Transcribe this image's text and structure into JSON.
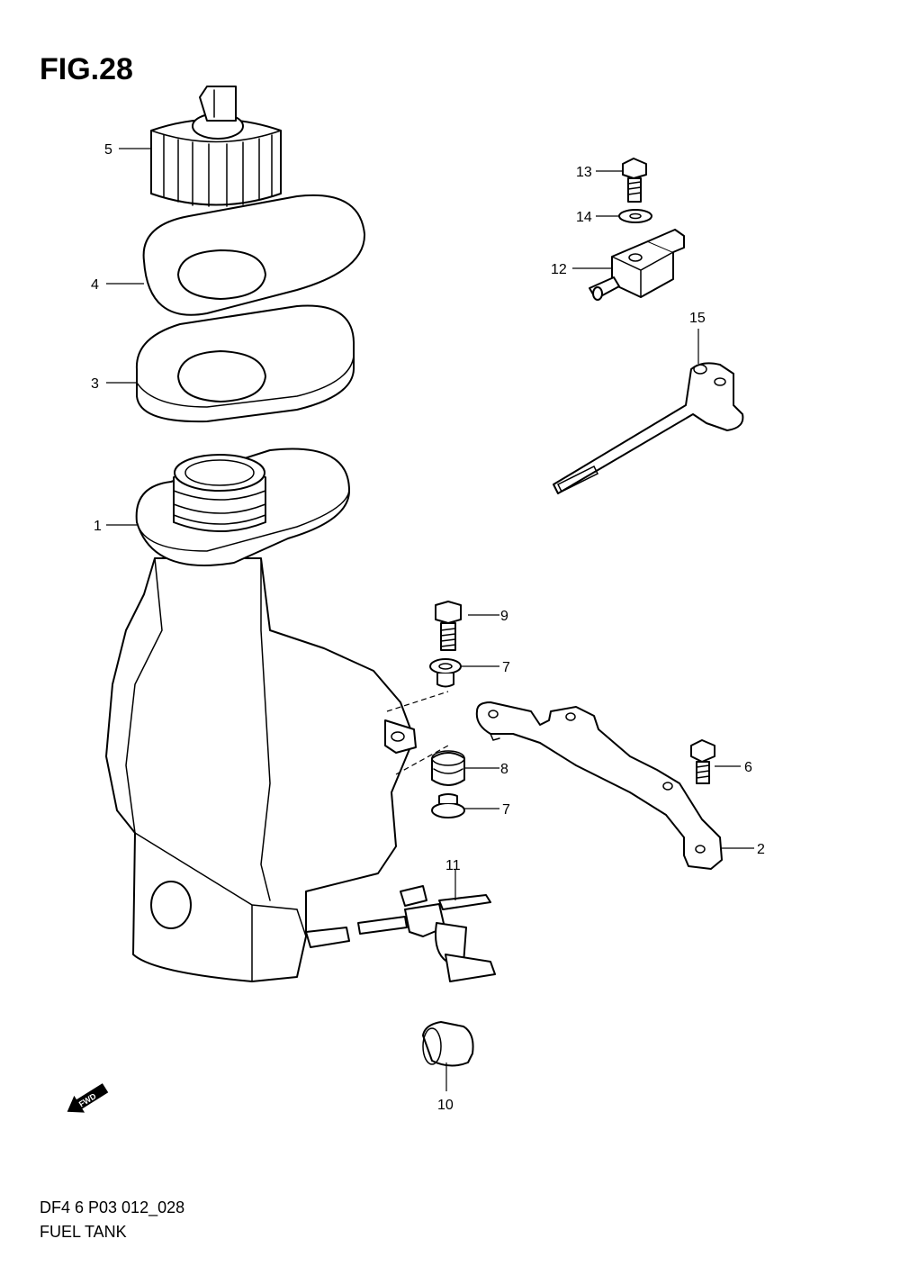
{
  "figure": {
    "title": "FIG.28",
    "code": "DF4 6 P03 012_028",
    "name": "FUEL TANK",
    "fwd_label": "FWD"
  },
  "callouts": [
    "1",
    "2",
    "3",
    "4",
    "5",
    "6",
    "7",
    "7",
    "8",
    "9",
    "10",
    "11",
    "12",
    "13",
    "14",
    "15"
  ],
  "colors": {
    "line": "#000000",
    "background": "#ffffff"
  }
}
